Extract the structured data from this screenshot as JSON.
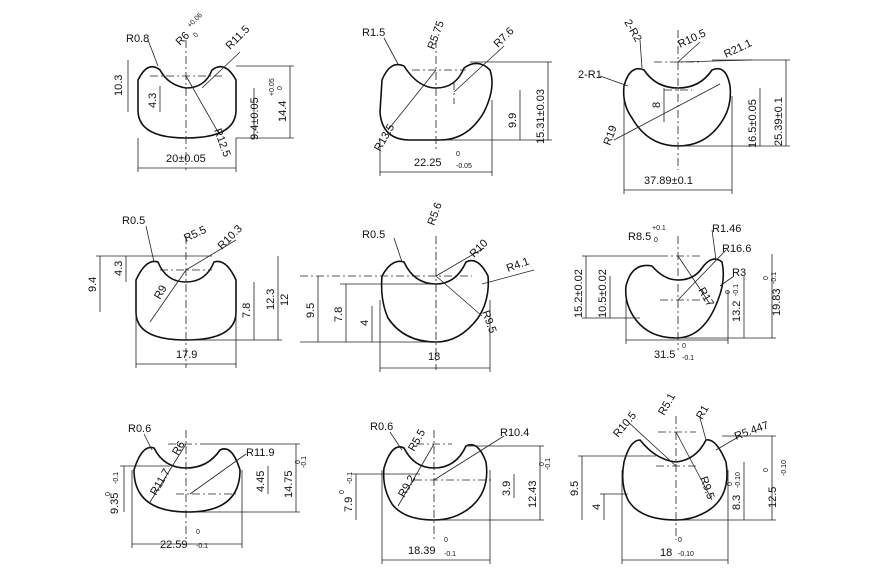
{
  "drawings": [
    {
      "labels": {
        "r08": "R0.8",
        "r6": "R6",
        "r6_tol_up": "+0.06",
        "r6_tol_lo": "0",
        "r115": "R11.5",
        "h103": "10.3",
        "h43": "4.3",
        "r125": "R12.5",
        "h94": "9.4±0.05",
        "h144": "14.4",
        "h144_tol_up": "+0.05",
        "h144_tol_lo": "0",
        "w20": "20±0.05"
      }
    },
    {
      "labels": {
        "r15": "R1.5",
        "r575": "R5.75",
        "r76": "R7.6",
        "r135": "R13.5",
        "h99": "9.9",
        "h1531": "15.31±0.03",
        "w2225": "22.25",
        "w2225_up": "0",
        "w2225_lo": "-0.05"
      }
    },
    {
      "labels": {
        "r2": "2-R2",
        "r1": "2-R1",
        "r105": "R10.5",
        "r211": "R21.1",
        "r19": "R19",
        "h8": "8",
        "h165": "16.5±0.05",
        "h2539": "25.39±0.1",
        "w3789": "37.89±0.1"
      }
    },
    {
      "labels": {
        "r05": "R0.5",
        "r55": "R5.5",
        "r103": "R10.3",
        "r9": "R9",
        "h94": "9.4",
        "h43": "4.3",
        "h123": "12.3",
        "h12": "12",
        "h78": "7.8",
        "w179": "17.9"
      }
    },
    {
      "labels": {
        "r05": "R0.5",
        "r56": "R5.6",
        "r10": "R10",
        "r41": "R4.1",
        "r95": "R9.5",
        "h95": "9.5",
        "h78": "7.8",
        "h4": "4",
        "w18": "18"
      }
    },
    {
      "labels": {
        "r85": "R8.5",
        "r85_up": "+0.1",
        "r85_lo": "0",
        "r146": "R1.46",
        "r166": "R16.6",
        "r3": "R3",
        "r17": "R17",
        "h152": "15.2±0.02",
        "h105": "10.5±0.02",
        "h132": "13.2",
        "h132_up": "0",
        "h132_lo": "-0.1",
        "h1983": "19.83",
        "h1983_up": "0",
        "h1983_lo": "-0.1",
        "w315": "31.5",
        "w315_up": "0",
        "w315_lo": "-0.1"
      }
    },
    {
      "labels": {
        "r06": "R0.6",
        "r6": "R6",
        "r119": "R11.9",
        "r117": "R11.7",
        "h935": "9.35",
        "h935_up": "0",
        "h935_lo": "-0.1",
        "h445": "4.45",
        "h1475": "14.75",
        "h1475_up": "0",
        "h1475_lo": "-0.1",
        "w2259": "22.59",
        "w2259_up": "0",
        "w2259_lo": "-0.1"
      }
    },
    {
      "labels": {
        "r06": "R0.6",
        "r55": "R5.5",
        "r104": "R10.4",
        "r92": "R9.2",
        "h79": "7.9",
        "h79_up": "0",
        "h79_lo": "-0.1",
        "h39": "3.9",
        "h1243": "12.43",
        "h1243_up": "0",
        "h1243_lo": "-0.1",
        "w1839": "18.39",
        "w1839_up": "0",
        "w1839_lo": "-0.1"
      }
    },
    {
      "labels": {
        "r105": "R10.5",
        "r51": "R5.1",
        "r1": "R1",
        "r5447": "R5.447",
        "r95": "R9.5",
        "h95": "9.5",
        "h4": "4",
        "h83": "8.3",
        "h83_up": "0",
        "h83_lo": "-0.10",
        "h125": "12.5",
        "h125_up": "0",
        "h125_lo": "-0.10",
        "w18": "18",
        "w18_up": "0",
        "w18_lo": "-0.10"
      }
    }
  ]
}
